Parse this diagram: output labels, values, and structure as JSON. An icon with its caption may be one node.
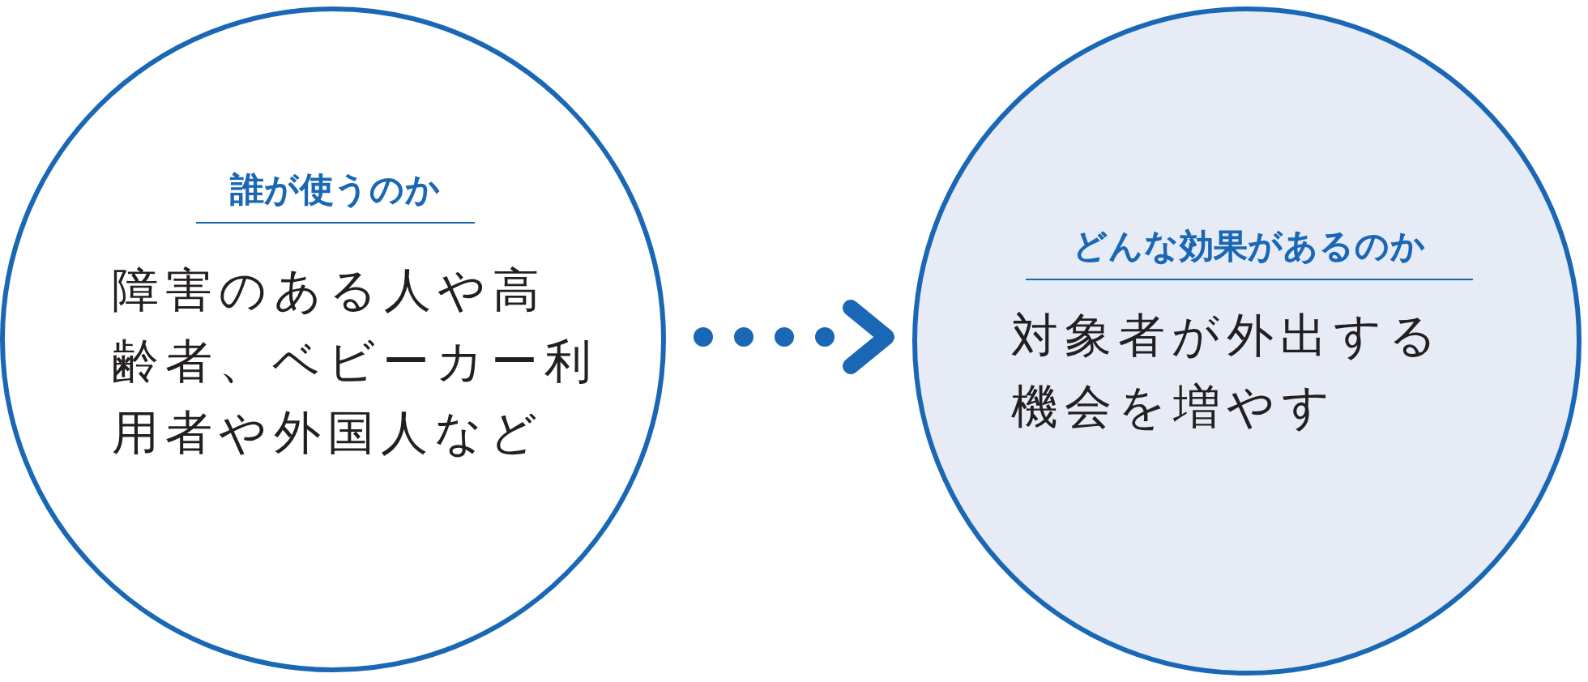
{
  "diagram": {
    "nodes": [
      {
        "text": [
          "誰が使うのか",
          "障害のある人や高齢者、ベビーカー利用者や外国人など"
        ]
      },
      {
        "text": [
          "どんな効果があるのか",
          "対象者が外出する機会を増やす"
        ]
      }
    ],
    "edges": [
      {
        "from": 0,
        "to": 1,
        "arrow": "to",
        "style": "dashed"
      }
    ]
  }
}
